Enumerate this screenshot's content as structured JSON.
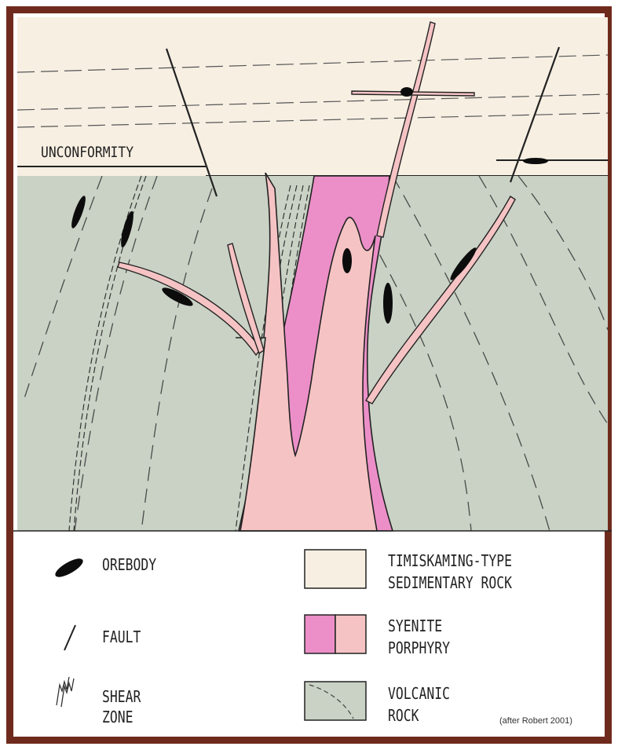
{
  "diagram": {
    "unconformity_label": "UNCONFORMITY",
    "credit": "(after Robert 2001)"
  },
  "legend": {
    "orebody": "OREBODY",
    "fault": "FAULT",
    "shear_line1": "SHEAR",
    "shear_line2": "ZONE",
    "sedimentary_line1": "TIMISKAMING-TYPE",
    "sedimentary_line2": "SEDIMENTARY ROCK",
    "syenite_line1": "SYENITE",
    "syenite_line2": "PORPHYRY",
    "volcanic_line1": "VOLCANIC",
    "volcanic_line2": "ROCK"
  },
  "colors": {
    "frame": "#6e2a1c",
    "sedimentary": "#f7efe2",
    "volcanic": "#c9d2c5",
    "syenite_dark": "#ec8fc8",
    "syenite_light": "#f6c3c4",
    "orebody": "#0c0c0c"
  }
}
